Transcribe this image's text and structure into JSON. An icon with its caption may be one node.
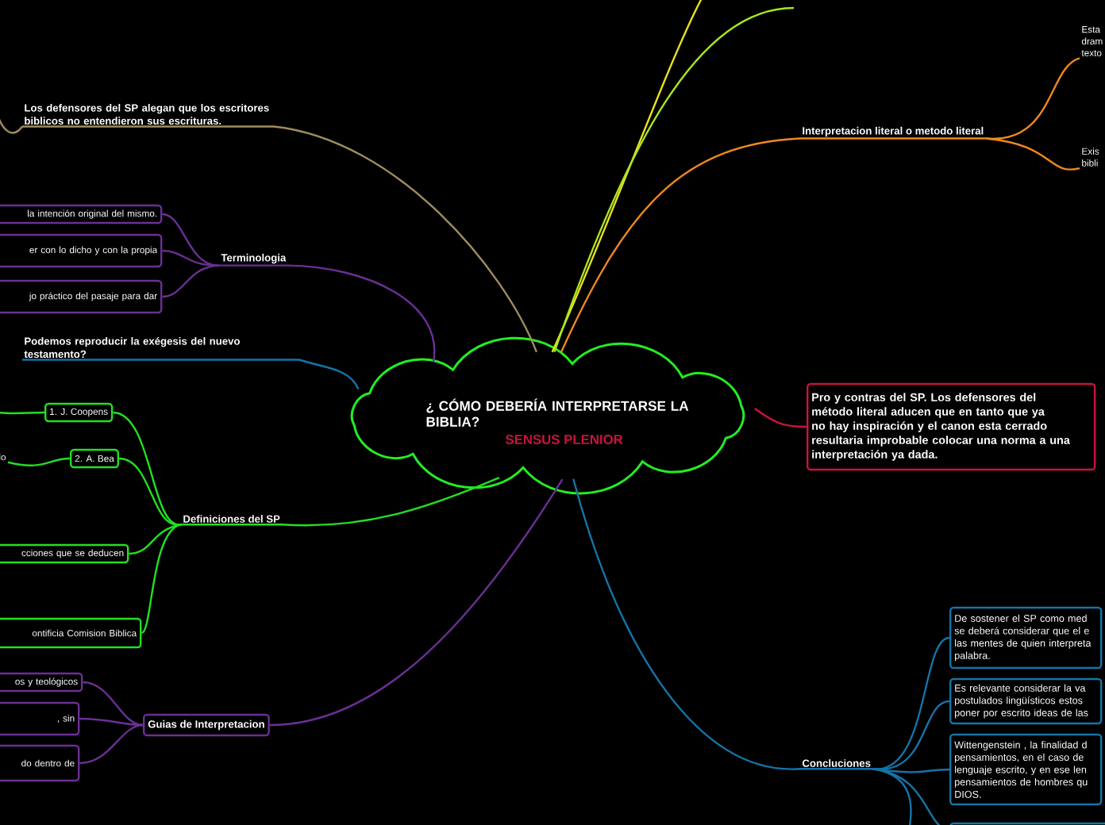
{
  "diagram": {
    "nodes": [
      {
        "text": [
          "¿ CÓMO DEBERÍA INTERPRETARSE LA BIBLIA?",
          "SENSUS PLENIOR"
        ]
      },
      {
        "text": [
          "Los defensores del SP alegan que los escritores biblicos no entendieron sus escrituras."
        ]
      },
      {
        "text": [
          "Terminologia"
        ]
      },
      {
        "text": [
          "la intención original del mismo."
        ]
      },
      {
        "text": [
          "er con lo dicho y con la propia"
        ]
      },
      {
        "text": [
          "jo práctico del pasaje para dar"
        ]
      },
      {
        "text": [
          "Podemos reproducir la exégesis del nuevo testamento?"
        ]
      },
      {
        "text": [
          "Definiciones del SP"
        ]
      },
      {
        "text": [
          "1. J. Coopens"
        ]
      },
      {
        "text": [
          "2. A. Bea"
        ]
      },
      {
        "text": [
          "cciones que se deducen"
        ]
      },
      {
        "text": [
          "ontificia Comision  Biblica"
        ]
      },
      {
        "text": [
          "lo"
        ]
      },
      {
        "text": [
          "Guias de Interpretacion"
        ]
      },
      {
        "text": [
          "os y teológicos"
        ]
      },
      {
        "text": [
          ", sin"
        ]
      },
      {
        "text": [
          "do dentro de"
        ]
      },
      {
        "text": [
          "Interpretacion literal o metodo literal"
        ]
      },
      {
        "text": [
          "Esta dram texto"
        ]
      },
      {
        "text": [
          "Exis bibli"
        ]
      },
      {
        "text": [
          "Pro y contras del SP. Los defensores del método literal aducen que en tanto que ya no hay inspiración y el canon esta cerrado resultaria improbable colocar una norma a una interpretación ya dada."
        ]
      },
      {
        "text": [
          "Concluciones"
        ]
      },
      {
        "text": [
          "De sostener el SP como med se deberá considerar que el e las mentes de quien interpreta palabra."
        ]
      },
      {
        "text": [
          "Es relevante considerar la va postulados lingüísticos estos poner por escrito ideas de las"
        ]
      },
      {
        "text": [
          "Wittengenstein , la finalidad d pensamientos, en el caso de lenguaje escrito, y en ese len pensamientos de hombres qu DIOS."
        ]
      },
      {
        "text": [],
        "shape": "box"
      }
    ],
    "edges": [
      {
        "from": 0,
        "to": 1,
        "arrow": "none",
        "color": "#a08c5f"
      },
      {
        "from": 1,
        "to": null,
        "arrow": "none",
        "color": "#a08c5f"
      },
      {
        "from": 0,
        "to": 2,
        "arrow": "none",
        "color": "#6b2f94"
      },
      {
        "from": 2,
        "to": 3,
        "arrow": "none",
        "color": "#6b2f94"
      },
      {
        "from": 2,
        "to": 4,
        "arrow": "none",
        "color": "#6b2f94"
      },
      {
        "from": 2,
        "to": 5,
        "arrow": "none",
        "color": "#6b2f94"
      },
      {
        "from": 0,
        "to": 6,
        "arrow": "none",
        "color": "#1574a8"
      },
      {
        "from": 0,
        "to": 7,
        "arrow": "none",
        "color": "#22e022"
      },
      {
        "from": 7,
        "to": 8,
        "arrow": "none",
        "color": "#22e022"
      },
      {
        "from": 7,
        "to": 9,
        "arrow": "none",
        "color": "#22e022"
      },
      {
        "from": 7,
        "to": 10,
        "arrow": "none",
        "color": "#22e022"
      },
      {
        "from": 7,
        "to": 11,
        "arrow": "none",
        "color": "#22e022"
      },
      {
        "from": 8,
        "to": null,
        "arrow": "none",
        "color": "#22e022"
      },
      {
        "from": 9,
        "to": 12,
        "arrow": "none",
        "color": "#22e022"
      },
      {
        "from": 0,
        "to": 13,
        "arrow": "none",
        "color": "#6b2f94"
      },
      {
        "from": 13,
        "to": 14,
        "arrow": "none",
        "color": "#6b2f94"
      },
      {
        "from": 13,
        "to": 15,
        "arrow": "none",
        "color": "#6b2f94"
      },
      {
        "from": 13,
        "to": 16,
        "arrow": "none",
        "color": "#6b2f94"
      },
      {
        "from": 0,
        "to": 17,
        "arrow": "none",
        "color": "#f0881f"
      },
      {
        "from": 17,
        "to": 18,
        "arrow": "none",
        "color": "#f0881f"
      },
      {
        "from": 17,
        "to": 19,
        "arrow": "none",
        "color": "#f0881f"
      },
      {
        "from": 0,
        "to": 20,
        "arrow": "none",
        "color": "#c8143c"
      },
      {
        "from": 0,
        "to": 21,
        "arrow": "none",
        "color": "#1574a8"
      },
      {
        "from": 21,
        "to": 22,
        "arrow": "none",
        "color": "#1574a8"
      },
      {
        "from": 21,
        "to": 23,
        "arrow": "none",
        "color": "#1574a8"
      },
      {
        "from": 21,
        "to": 24,
        "arrow": "none",
        "color": "#1574a8"
      },
      {
        "from": 21,
        "to": 25,
        "arrow": "none",
        "color": "#1574a8"
      },
      {
        "from": 21,
        "to": null,
        "arrow": "none",
        "color": "#1574a8"
      },
      {
        "from": 0,
        "to": null,
        "arrow": "none",
        "color": "#e8e01e"
      },
      {
        "from": 0,
        "to": null,
        "arrow": "none",
        "color": "#a8e61e"
      }
    ]
  }
}
